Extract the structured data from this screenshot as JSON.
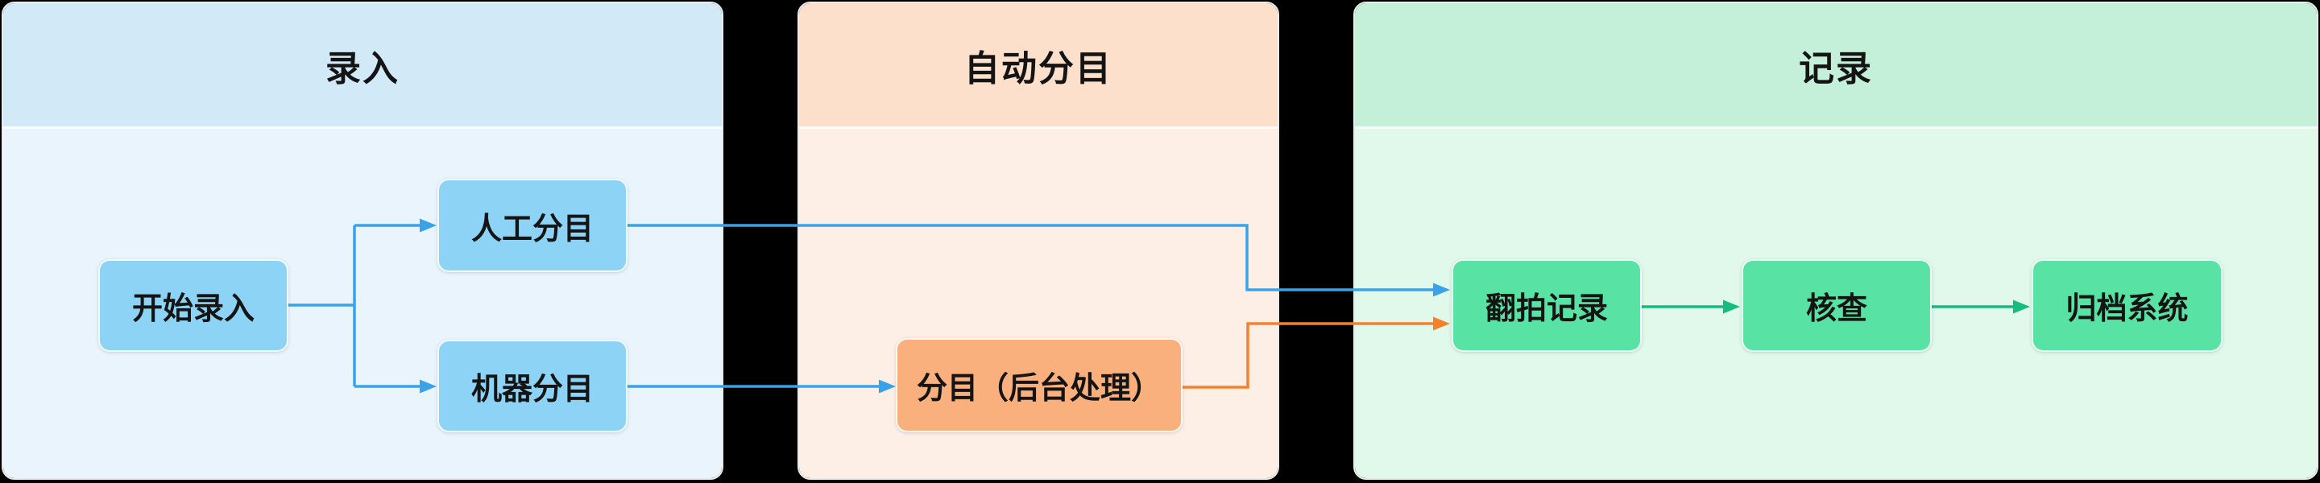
{
  "diagram": {
    "lanes": [
      {
        "id": "entry",
        "title": "录入"
      },
      {
        "id": "auto",
        "title": "自动分目"
      },
      {
        "id": "record",
        "title": "记录"
      }
    ],
    "nodes": [
      {
        "id": "start",
        "label": "开始录入",
        "lane": "录入"
      },
      {
        "id": "manual",
        "label": "人工分目",
        "lane": "录入"
      },
      {
        "id": "machine",
        "label": "机器分目",
        "lane": "录入"
      },
      {
        "id": "catalog",
        "label": "分目（后台处理）",
        "lane": "自动分目"
      },
      {
        "id": "reshoot",
        "label": "翻拍记录",
        "lane": "记录"
      },
      {
        "id": "check",
        "label": "核查",
        "lane": "记录"
      },
      {
        "id": "archive",
        "label": "归档系统",
        "lane": "记录"
      }
    ],
    "edges": [
      {
        "from": "开始录入",
        "to": "人工分目",
        "color": "blue"
      },
      {
        "from": "开始录入",
        "to": "机器分目",
        "color": "blue"
      },
      {
        "from": "人工分目",
        "to": "翻拍记录",
        "color": "blue"
      },
      {
        "from": "机器分目",
        "to": "分目（后台处理）",
        "color": "blue"
      },
      {
        "from": "分目（后台处理）",
        "to": "翻拍记录",
        "color": "orange"
      },
      {
        "from": "翻拍记录",
        "to": "核查",
        "color": "green"
      },
      {
        "from": "核查",
        "to": "归档系统",
        "color": "green"
      }
    ],
    "colors": {
      "background": "#000000",
      "text": "#141414",
      "edge_blue": "#38a3e8",
      "edge_orange": "#f5812c",
      "edge_green": "#15bb7f",
      "node_blue": "#8dd3f5",
      "node_orange": "#f9b07d",
      "node_green": "#58e2a4",
      "lane_entry_header": "#d2e9f8",
      "lane_entry_body": "#e9f4fc",
      "lane_auto_header": "#fce0cb",
      "lane_auto_body": "#fdefe6",
      "lane_record_header": "#c4efd9",
      "lane_record_body": "#e0f9eb"
    }
  }
}
